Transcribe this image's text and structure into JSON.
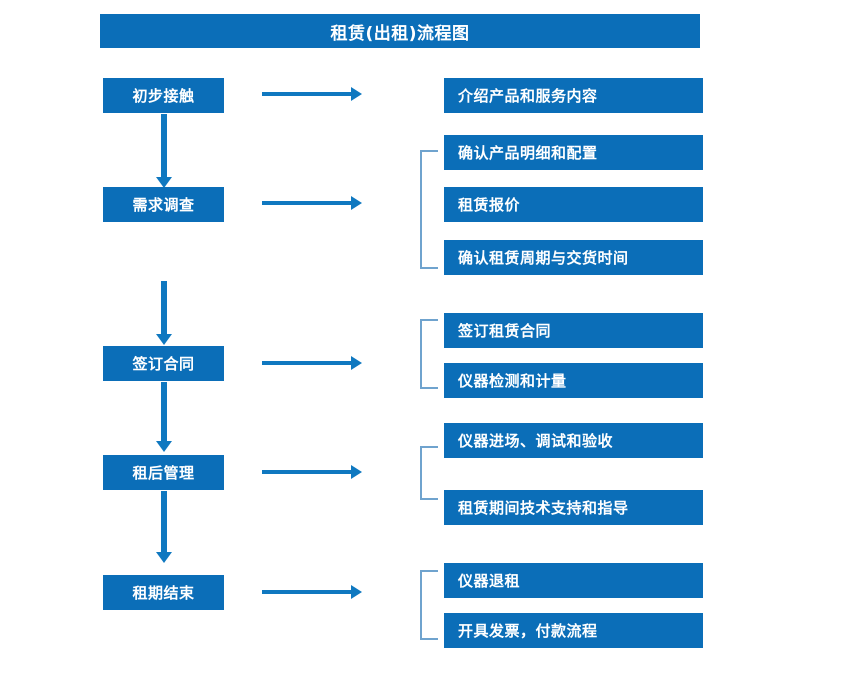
{
  "diagram": {
    "title": "租赁(出租)流程图",
    "colors": {
      "box_fill": "#0B6EB8",
      "box_text": "#FFFFFF",
      "arrow": "#0F78C0",
      "bracket": "#6FA3CE",
      "background": "#FFFFFF"
    },
    "stages": [
      {
        "label": "初步接触",
        "details": [
          "介绍产品和服务内容"
        ]
      },
      {
        "label": "需求调查",
        "details": [
          "确认产品明细和配置",
          "租赁报价",
          "确认租赁周期与交货时间"
        ]
      },
      {
        "label": "签订合同",
        "details": [
          "签订租赁合同",
          "仪器检测和计量"
        ]
      },
      {
        "label": "租后管理",
        "details": [
          "仪器进场、调试和验收",
          "租赁期间技术支持和指导"
        ]
      },
      {
        "label": "租期结束",
        "details": [
          "仪器退租",
          "开具发票，付款流程"
        ]
      }
    ]
  }
}
